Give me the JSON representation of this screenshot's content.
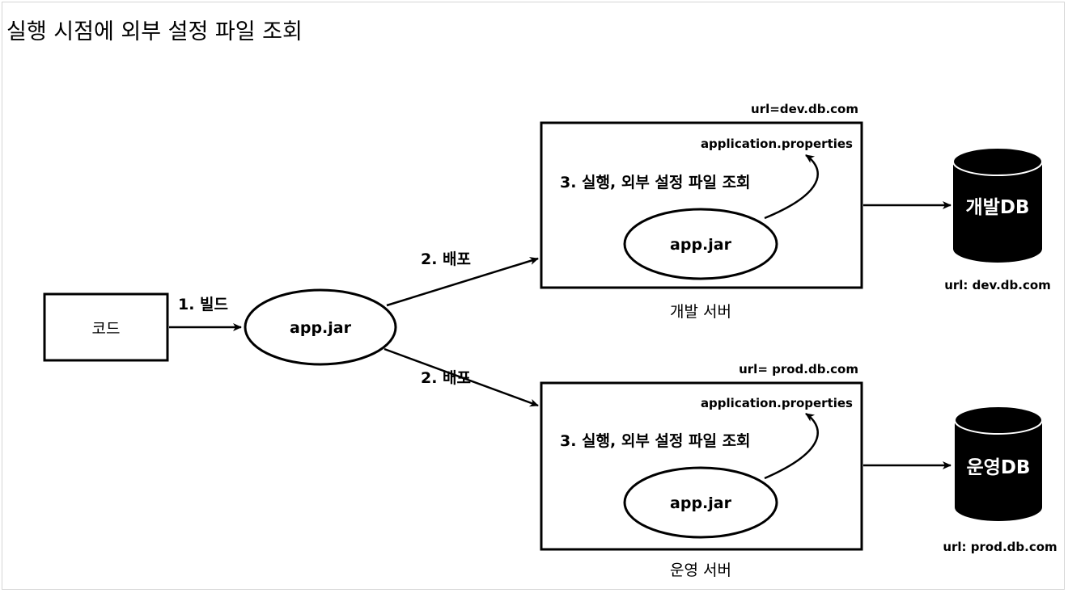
{
  "title": "실행 시점에 외부 설정 파일 조회",
  "code_box": {
    "label": "코드"
  },
  "build_step": {
    "label": "1. 빌드"
  },
  "artifact": {
    "label": "app.jar"
  },
  "dev": {
    "deploy_label": "2. 배포",
    "url_top": "url=dev.db.com",
    "properties": "application.properties",
    "run_label": "3. 실행, 외부 설정 파일 조회",
    "jar": "app.jar",
    "server_label": "개발 서버",
    "db_label": "개발DB",
    "db_url": "url: dev.db.com"
  },
  "prod": {
    "deploy_label": "2. 배포",
    "url_top": "url= prod.db.com",
    "properties": "application.properties",
    "run_label": "3. 실행, 외부 설정 파일 조회",
    "jar": "app.jar",
    "server_label": "운영 서버",
    "db_label": "운영DB",
    "db_url": "url: prod.db.com"
  },
  "colors": {
    "stroke": "#000000",
    "db_fill": "#000000",
    "db_text": "#ffffff"
  }
}
